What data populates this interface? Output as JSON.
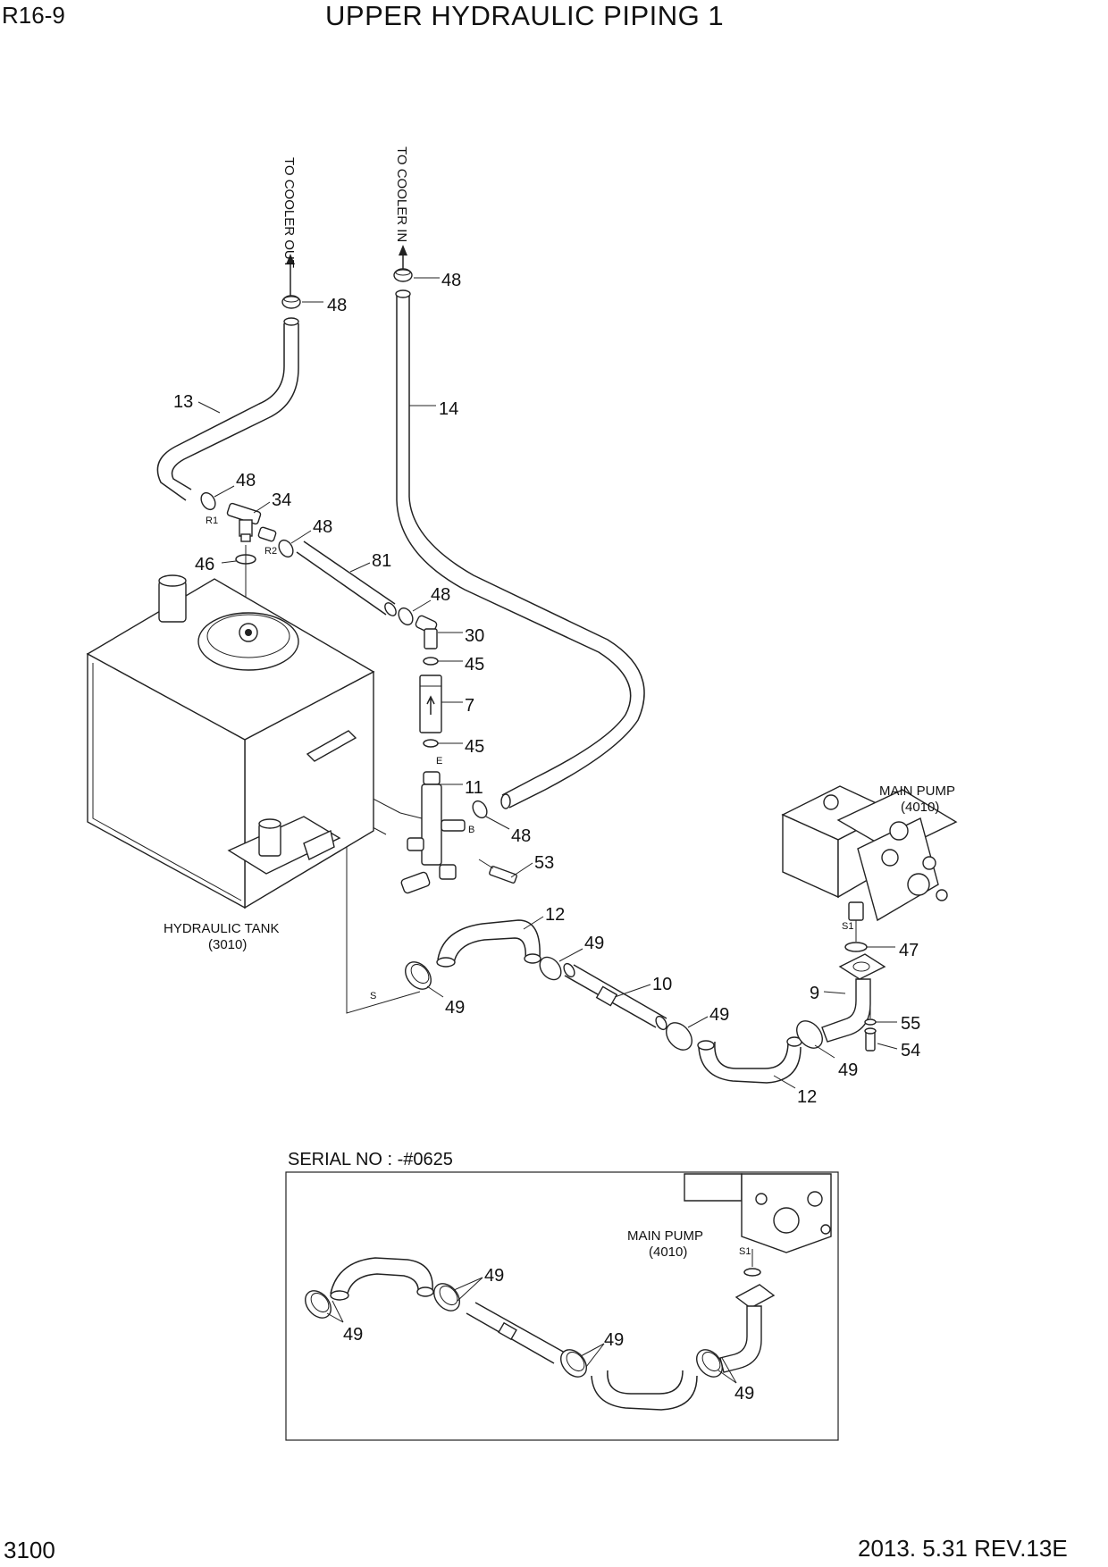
{
  "header": {
    "model": "R16-9",
    "title": "UPPER HYDRAULIC PIPING 1"
  },
  "footer": {
    "page": "3100",
    "revision": "2013. 5.31  REV.13E"
  },
  "arrows": {
    "cooler_out": "TO COOLER OUT",
    "cooler_in": "TO COOLER IN"
  },
  "components": {
    "tank": {
      "name": "HYDRAULIC TANK",
      "code": "(3010)"
    },
    "pump": {
      "name": "MAIN PUMP",
      "code": "(4010)"
    }
  },
  "ports": {
    "r1": "R1",
    "r2": "R2",
    "e": "E",
    "b": "B",
    "s": "S",
    "s1": "S1"
  },
  "callouts": {
    "c48a": "48",
    "c48b": "48",
    "c48c": "48",
    "c48d": "48",
    "c48e": "48",
    "c48f": "48",
    "c13": "13",
    "c14": "14",
    "c34": "34",
    "c46": "46",
    "c81": "81",
    "c30": "30",
    "c45a": "45",
    "c7": "7",
    "c45b": "45",
    "c11": "11",
    "c53": "53",
    "c12a": "12",
    "c49a": "49",
    "c49b": "49",
    "c10": "10",
    "c49c": "49",
    "c9": "9",
    "c55": "55",
    "c54": "54",
    "c49d": "49",
    "c12b": "12",
    "c47": "47"
  },
  "inset": {
    "serial": "SERIAL NO : -#0625",
    "pump_name": "MAIN PUMP",
    "pump_code": "(4010)",
    "port": "S1",
    "callouts": {
      "a": "49",
      "b": "49",
      "c": "49",
      "d": "49"
    }
  }
}
